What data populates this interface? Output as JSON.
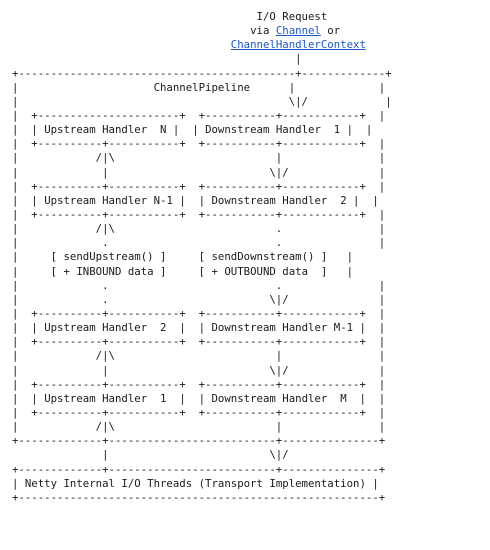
{
  "diagram": {
    "request_text": {
      "line1": "I/O Request",
      "line2_prefix": "via ",
      "line2_link": "Channel",
      "line2_suffix": " or",
      "line3_link": "ChannelHandlerContext"
    },
    "pipeline_title": "ChannelPipeline",
    "upstream_handlers": [
      "Upstream Handler  N",
      "Upstream Handler N-1",
      "Upstream Handler  2",
      "Upstream Handler  1"
    ],
    "downstream_handlers": [
      "Downstream Handler  1",
      "Downstream Handler  2",
      "Downstream Handler M-1",
      "Downstream Handler  M"
    ],
    "upstream_annotation": {
      "line1": "[ sendUpstream() ]",
      "line2": "[ + INBOUND data ]"
    },
    "downstream_annotation": {
      "line1": "[ sendDownstream() ]",
      "line2": "[ + OUTBOUND data  ]"
    },
    "transport_label": "Netty Internal I/O Threads (Transport Implementation)"
  }
}
